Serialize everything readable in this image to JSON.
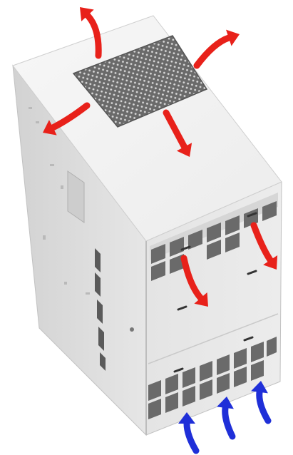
{
  "figure": {
    "subject": "enclosure-airflow",
    "text_labels": []
  },
  "colors": {
    "background": "#ffffff",
    "top_face": "#f3f3f3",
    "left_face": "#dedede",
    "front_face": "#e7e7e7",
    "vent_dark": "#4a4a4a",
    "mesh_dark": "#5a5a5a",
    "exhaust_arrow": "#e8211a",
    "intake_arrow": "#1f2fd8"
  },
  "airflow": {
    "exhaust_arrows_count": 6,
    "intake_arrows_count": 3
  }
}
